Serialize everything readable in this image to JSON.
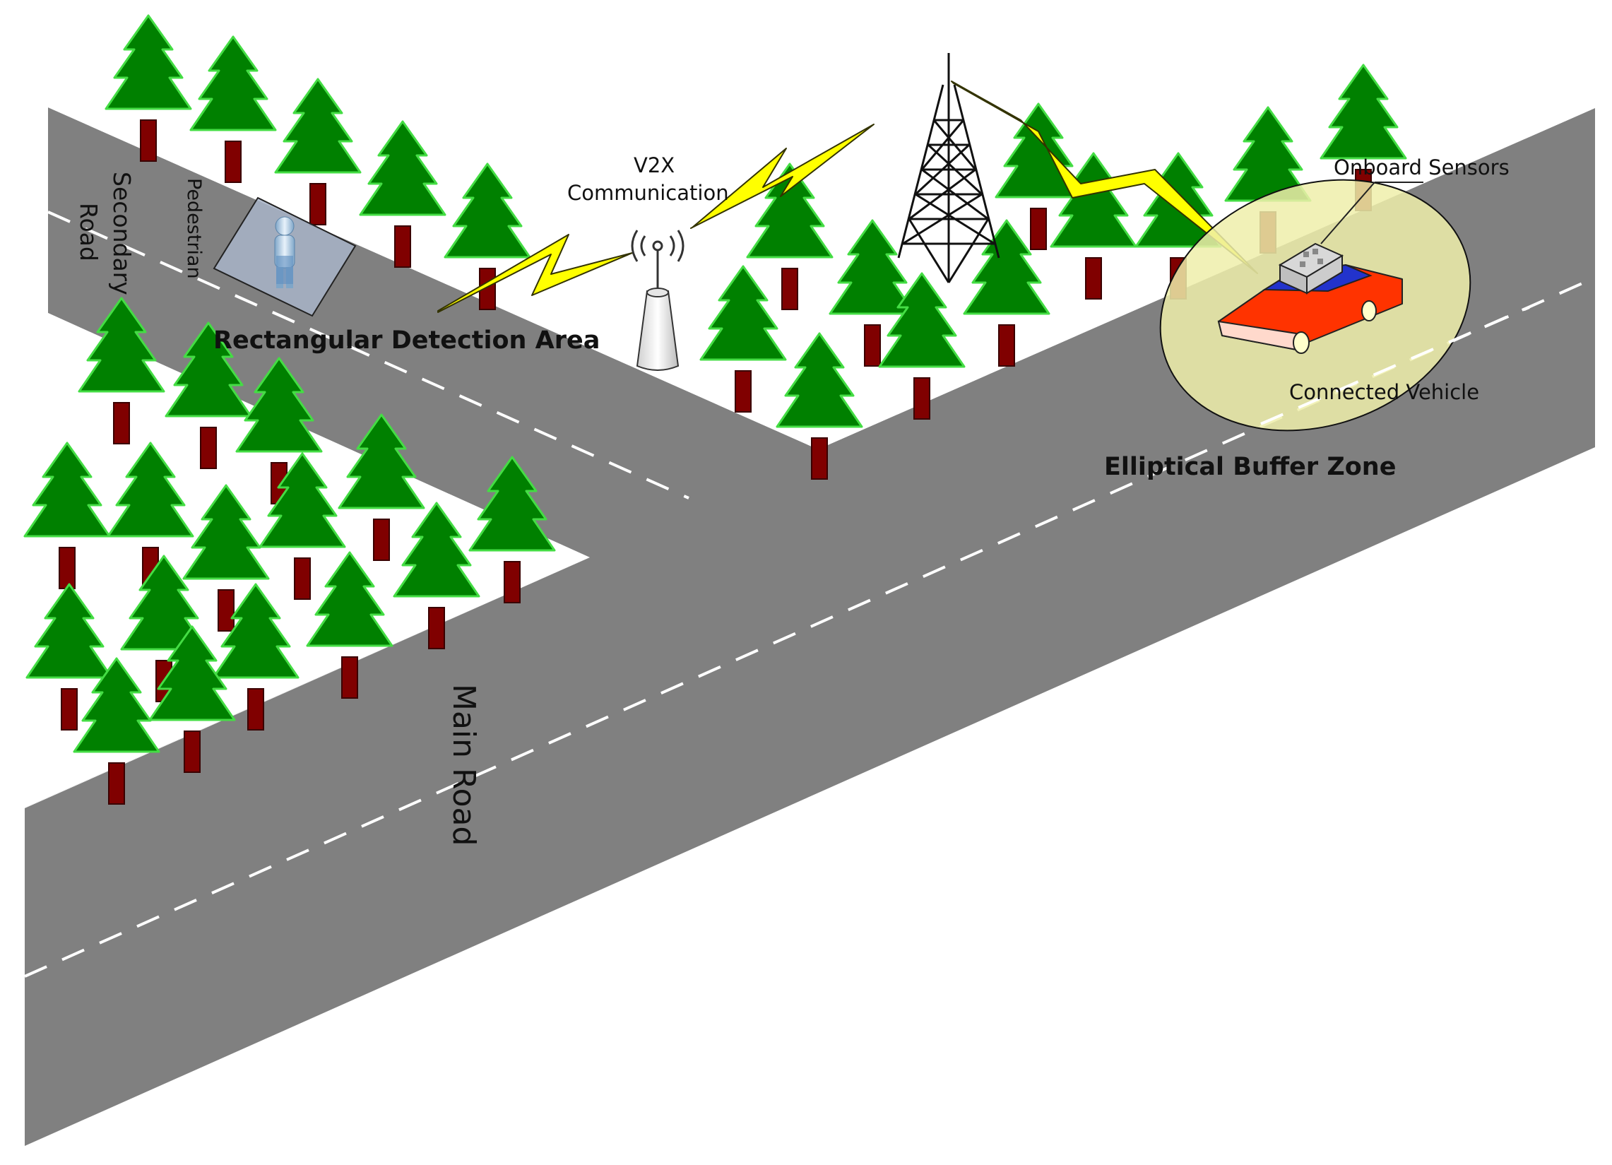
{
  "labels": {
    "secondary_road": "Secondary Road",
    "secondary_road_line1": "Secondary",
    "secondary_road_line2": "Road",
    "pedestrian": "Pedestrian",
    "rectangular_detection_area": "Rectangular Detection Area",
    "v2x_line1": "V2X",
    "v2x_line2": "Communication",
    "onboard_sensors": "Onboard Sensors",
    "connected_vehicle": "Connected Vehicle",
    "elliptical_buffer_zone": "Elliptical Buffer Zone",
    "main_road": "Main Road"
  },
  "colors": {
    "road": "#808080",
    "lane_marking": "#ffffff",
    "tree_foliage": "#008000",
    "tree_outline": "#33cc33",
    "tree_trunk": "#800000",
    "lightning": "#ffff00",
    "buffer_zone": "#eeeeaa",
    "vehicle_body": "#ff3300",
    "vehicle_window": "#2233cc",
    "detection_area": "#a8b4c8"
  }
}
